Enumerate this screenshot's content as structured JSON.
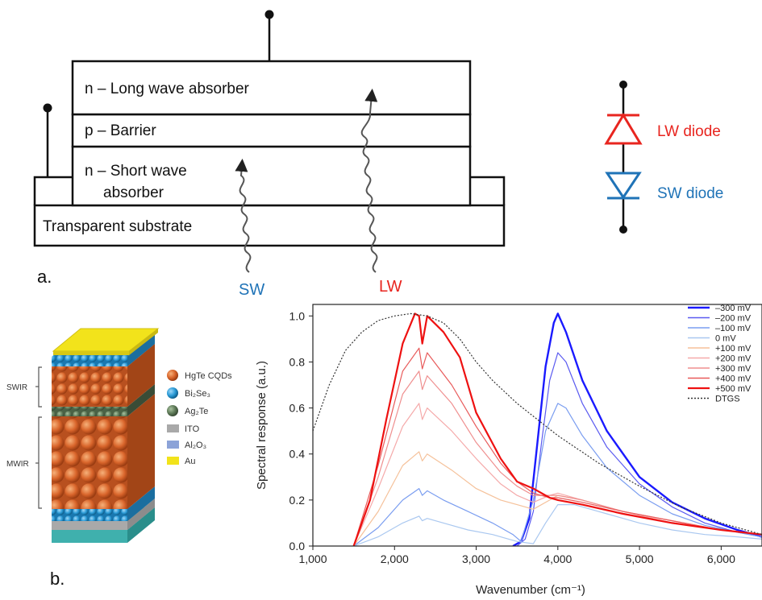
{
  "panel_a": {
    "label": "a.",
    "layers": {
      "n_long": "n – Long wave absorber",
      "p_barrier": "p – Barrier",
      "n_short_line1": "n – Short wave",
      "n_short_line2": "absorber",
      "substrate": "Transparent substrate"
    },
    "radiation": {
      "sw": "SW",
      "lw": "LW"
    },
    "circuit": {
      "lw_diode": "LW diode",
      "sw_diode": "SW diode"
    },
    "colors": {
      "lw": "#e8251f",
      "sw": "#1f73b7",
      "lines": "#111111"
    }
  },
  "panel_b": {
    "label": "b.",
    "stack_labels": {
      "swir": "SWIR",
      "mwir": "MWIR"
    },
    "legend": [
      {
        "name": "HgTe CQDs",
        "color": "#d9652b",
        "shape": "ball"
      },
      {
        "name": "Bi₂Se₃",
        "color": "#2a9ad6",
        "shape": "ball"
      },
      {
        "name": "Ag₂Te",
        "color": "#5e7a58",
        "shape": "ball"
      },
      {
        "name": "ITO",
        "color": "#a9a9a9",
        "shape": "rect"
      },
      {
        "name": "Al₂O₃",
        "color": "#8ca3d8",
        "shape": "rect"
      },
      {
        "name": "Au",
        "color": "#f2e31b",
        "shape": "rect"
      }
    ]
  },
  "chart_data": {
    "type": "line",
    "title": "",
    "xlabel": "Wavenumber (cm⁻¹)",
    "ylabel": "Spectral response (a.u.)",
    "xlim": [
      1000,
      6500
    ],
    "ylim": [
      0,
      1.05
    ],
    "xticks": [
      1000,
      2000,
      3000,
      4000,
      5000,
      6000
    ],
    "xtick_labels": [
      "1,000",
      "2,000",
      "3,000",
      "4,000",
      "5,000",
      "6,000"
    ],
    "yticks": [
      0.0,
      0.2,
      0.4,
      0.6,
      0.8,
      1.0
    ],
    "ytick_labels": [
      "0.0",
      "0.2",
      "0.4",
      "0.6",
      "0.8",
      "1.0"
    ],
    "grid": false,
    "legend_position": "top-right",
    "series": [
      {
        "name": "–300 mV",
        "color": "#1a1aff",
        "width": 2.4,
        "x": [
          3450,
          3550,
          3650,
          3750,
          3850,
          3950,
          4000,
          4100,
          4300,
          4600,
          5000,
          5400,
          5800,
          6200,
          6500
        ],
        "y": [
          0.0,
          0.02,
          0.12,
          0.45,
          0.78,
          0.97,
          1.01,
          0.93,
          0.72,
          0.5,
          0.3,
          0.19,
          0.12,
          0.07,
          0.04
        ]
      },
      {
        "name": "–200 mV",
        "color": "#5a5af0",
        "width": 1.2,
        "x": [
          3500,
          3600,
          3700,
          3800,
          3900,
          4000,
          4100,
          4300,
          4600,
          5000,
          5400,
          5800,
          6200,
          6500
        ],
        "y": [
          0.0,
          0.03,
          0.15,
          0.45,
          0.72,
          0.84,
          0.8,
          0.62,
          0.43,
          0.27,
          0.17,
          0.1,
          0.06,
          0.04
        ]
      },
      {
        "name": "–100 mV",
        "color": "#7a9df0",
        "width": 1.2,
        "x": [
          1500,
          1800,
          2100,
          2300,
          2340,
          2400,
          2600,
          2900,
          3200,
          3450,
          3550,
          3700,
          3850,
          4000,
          4100,
          4300,
          4600,
          5000,
          5400,
          5800,
          6200,
          6500
        ],
        "y": [
          0.0,
          0.08,
          0.2,
          0.25,
          0.22,
          0.24,
          0.2,
          0.15,
          0.1,
          0.05,
          0.02,
          0.2,
          0.5,
          0.62,
          0.6,
          0.48,
          0.34,
          0.22,
          0.14,
          0.09,
          0.06,
          0.04
        ]
      },
      {
        "name": "0 mV",
        "color": "#aac8f0",
        "width": 1.2,
        "x": [
          1500,
          1800,
          2100,
          2300,
          2340,
          2400,
          2600,
          2900,
          3200,
          3500,
          3700,
          3850,
          4000,
          4200,
          4600,
          5000,
          5400,
          5800,
          6200,
          6500
        ],
        "y": [
          0.0,
          0.04,
          0.1,
          0.13,
          0.11,
          0.12,
          0.1,
          0.07,
          0.05,
          0.02,
          0.01,
          0.1,
          0.18,
          0.18,
          0.14,
          0.1,
          0.07,
          0.05,
          0.04,
          0.03
        ]
      },
      {
        "name": "+100 mV",
        "color": "#f5c19a",
        "width": 1.2,
        "x": [
          1500,
          1800,
          2100,
          2300,
          2340,
          2400,
          2700,
          3000,
          3300,
          3500,
          3700,
          3900,
          4000,
          4300,
          4800,
          5400,
          6000,
          6500
        ],
        "y": [
          0.0,
          0.15,
          0.35,
          0.41,
          0.37,
          0.4,
          0.33,
          0.25,
          0.2,
          0.18,
          0.16,
          0.2,
          0.22,
          0.2,
          0.15,
          0.1,
          0.07,
          0.05
        ]
      },
      {
        "name": "+200 mV",
        "color": "#f5aaaa",
        "width": 1.2,
        "x": [
          1500,
          1800,
          2100,
          2300,
          2340,
          2400,
          2700,
          3000,
          3300,
          3500,
          3700,
          3900,
          4000,
          4300,
          4800,
          5400,
          6000,
          6500
        ],
        "y": [
          0.0,
          0.25,
          0.52,
          0.62,
          0.55,
          0.6,
          0.5,
          0.38,
          0.27,
          0.22,
          0.19,
          0.22,
          0.23,
          0.2,
          0.15,
          0.1,
          0.07,
          0.05
        ]
      },
      {
        "name": "+300 mV",
        "color": "#ef8f8f",
        "width": 1.2,
        "x": [
          1500,
          1800,
          2100,
          2300,
          2340,
          2400,
          2700,
          3000,
          3300,
          3500,
          3700,
          3900,
          4000,
          4300,
          4800,
          5400,
          6000,
          6500
        ],
        "y": [
          0.0,
          0.3,
          0.66,
          0.76,
          0.68,
          0.74,
          0.62,
          0.45,
          0.32,
          0.26,
          0.22,
          0.22,
          0.22,
          0.2,
          0.15,
          0.11,
          0.07,
          0.05
        ]
      },
      {
        "name": "+400 mV",
        "color": "#e85a5a",
        "width": 1.2,
        "x": [
          1500,
          1800,
          2100,
          2300,
          2340,
          2400,
          2700,
          3000,
          3300,
          3500,
          3700,
          3900,
          4000,
          4300,
          4800,
          5400,
          6000,
          6500
        ],
        "y": [
          0.0,
          0.35,
          0.76,
          0.86,
          0.77,
          0.84,
          0.7,
          0.52,
          0.36,
          0.28,
          0.23,
          0.21,
          0.21,
          0.19,
          0.15,
          0.11,
          0.07,
          0.05
        ]
      },
      {
        "name": "+500 mV",
        "color": "#ee1111",
        "width": 2.2,
        "x": [
          1500,
          1700,
          1900,
          2100,
          2250,
          2300,
          2340,
          2400,
          2600,
          2800,
          3000,
          3300,
          3500,
          3700,
          3900,
          4000,
          4300,
          4800,
          5400,
          6000,
          6500
        ],
        "y": [
          0.0,
          0.2,
          0.55,
          0.88,
          1.01,
          1.0,
          0.88,
          1.0,
          0.93,
          0.82,
          0.58,
          0.38,
          0.28,
          0.25,
          0.21,
          0.2,
          0.18,
          0.14,
          0.1,
          0.07,
          0.05
        ]
      },
      {
        "name": "DTGS",
        "color": "#333333",
        "width": 1.2,
        "dash": "2,2",
        "x": [
          1000,
          1200,
          1400,
          1600,
          1800,
          2000,
          2200,
          2400,
          2600,
          2800,
          3000,
          3200,
          3500,
          4000,
          4500,
          5000,
          5500,
          6000,
          6500
        ],
        "y": [
          0.5,
          0.7,
          0.85,
          0.93,
          0.98,
          1.0,
          1.01,
          1.0,
          0.97,
          0.9,
          0.8,
          0.72,
          0.62,
          0.48,
          0.36,
          0.26,
          0.17,
          0.1,
          0.05
        ]
      }
    ]
  }
}
